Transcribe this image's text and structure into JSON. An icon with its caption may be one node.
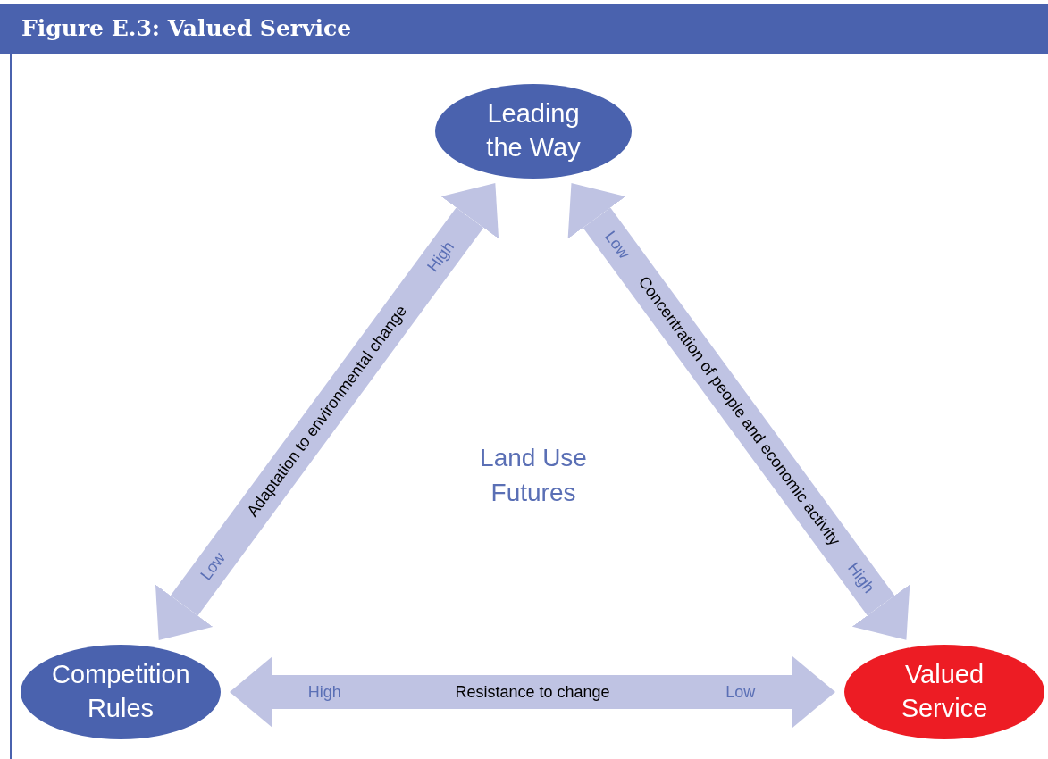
{
  "diagram": {
    "title": "Figure E.3: Valued Service",
    "nodes": [
      {
        "text": [
          "Leading the Way"
        ]
      },
      {
        "text": [
          "Competition Rules"
        ]
      },
      {
        "text": [
          "Valued Service"
        ]
      }
    ],
    "edges": [
      {
        "from": 1,
        "to": 0,
        "arrow": "both",
        "label": "Adaptation to environmental change"
      },
      {
        "from": 0,
        "to": 2,
        "arrow": "both",
        "label": "Concentration of people and economic activity"
      },
      {
        "from": 1,
        "to": 2,
        "arrow": "both",
        "label": "Resistance to change"
      }
    ],
    "labels": [
      "High",
      "Low",
      "Land Use Futures",
      "Low",
      "High",
      "High",
      "Low"
    ]
  }
}
